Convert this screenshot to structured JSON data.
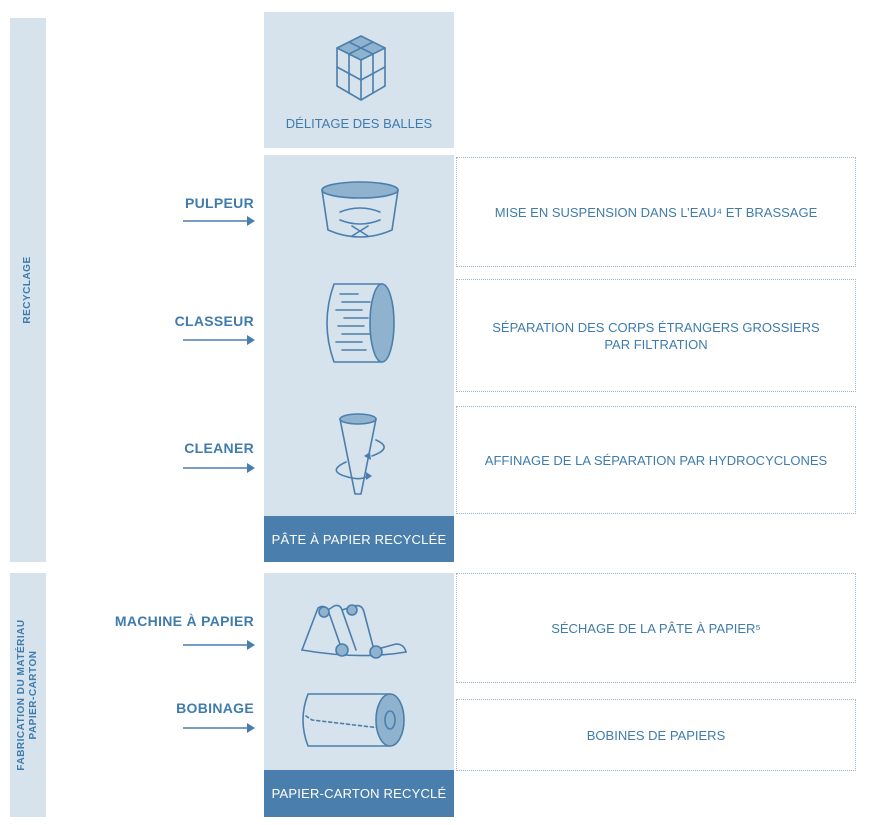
{
  "sections": {
    "recyclage": "RECYCLAGE",
    "fabrication": "FABRICATION DU MATÉRIAU\nPAPIER-CARTON"
  },
  "top_step": {
    "label": "DÉLITAGE DES BALLES",
    "icon": "cube-bales-icon"
  },
  "steps": [
    {
      "label": "PULPEUR",
      "description": "MISE EN SUSPENSION DANS L’EAU⁴ ET BRASSAGE",
      "icon": "pulper-tank-icon"
    },
    {
      "label": "CLASSEUR",
      "description": "SÉPARATION DES CORPS ÉTRANGERS GROSSIERS\nPAR FILTRATION",
      "icon": "screen-drum-icon"
    },
    {
      "label": "CLEANER",
      "description": "AFFINAGE DE LA SÉPARATION PAR HYDROCYCLONES",
      "icon": "hydrocyclone-icon"
    },
    {
      "label": "MACHINE À PAPIER",
      "description": "SÉCHAGE DE LA PÂTE À PAPIER⁵",
      "icon": "paper-machine-icon"
    },
    {
      "label": "BOBINAGE",
      "description": "BOBINES DE PAPIERS",
      "icon": "paper-roll-icon"
    }
  ],
  "outputs": {
    "pulp": "PÂTE À PAPIER RECYCLÉE",
    "board": "PAPIER-CARTON RECYCLÉ"
  },
  "colors": {
    "primary": "#4a7fad",
    "panel": "#d6e2ec",
    "text": "#3f7cac"
  }
}
